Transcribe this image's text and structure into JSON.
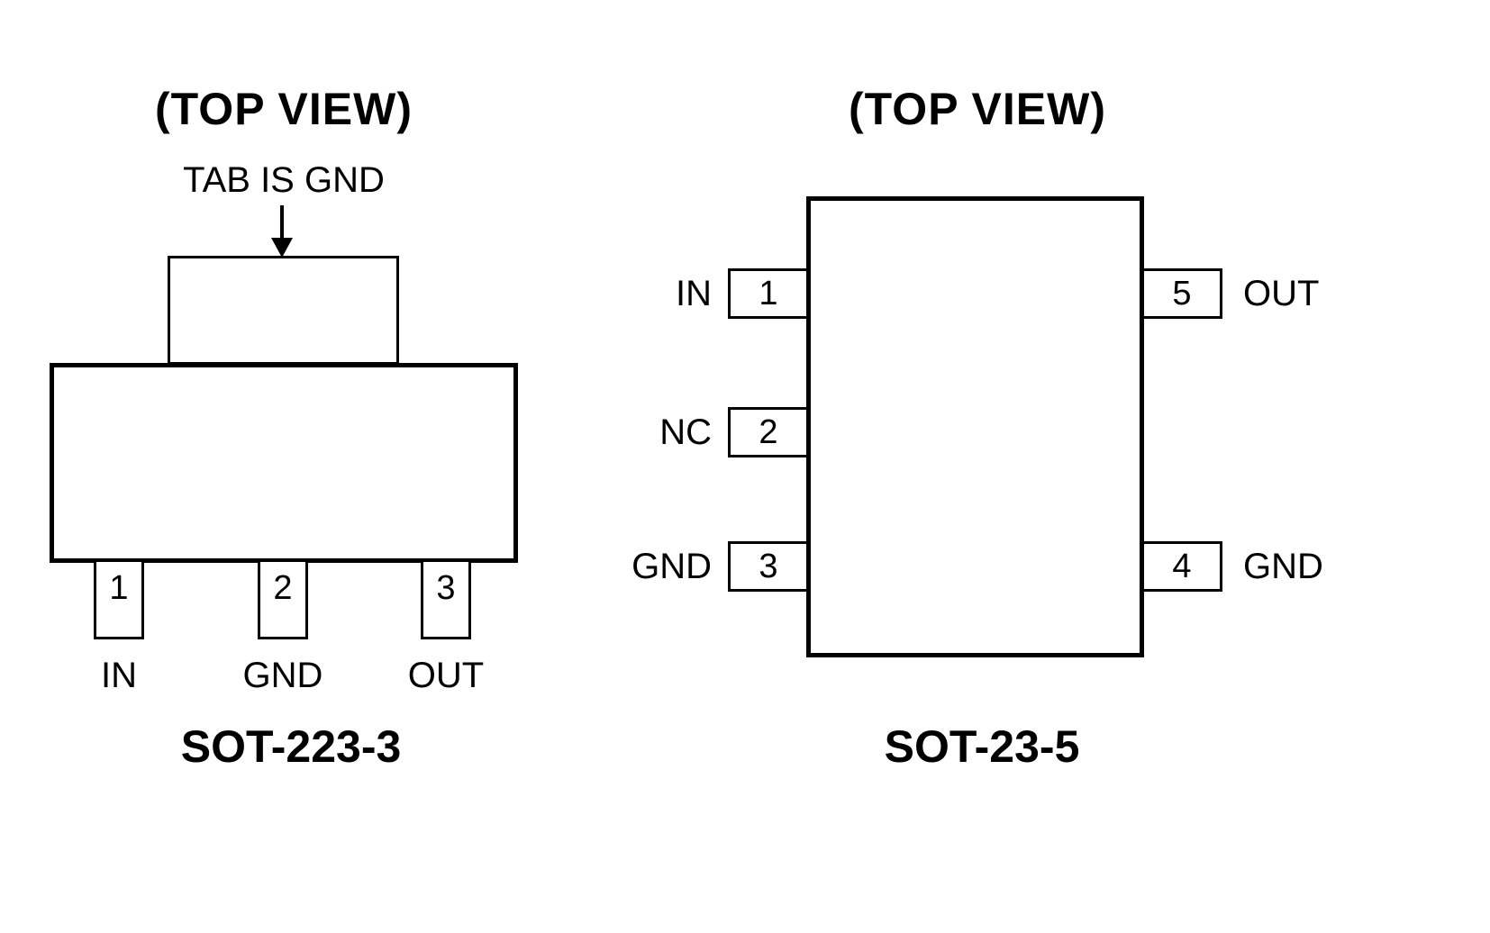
{
  "figure": {
    "left": {
      "view_label": "(TOP VIEW)",
      "tab_annotation": "TAB IS GND",
      "package_name": "SOT-223-3",
      "pins": [
        {
          "number": "1",
          "label": "IN"
        },
        {
          "number": "2",
          "label": "GND"
        },
        {
          "number": "3",
          "label": "OUT"
        }
      ]
    },
    "right": {
      "view_label": "(TOP VIEW)",
      "package_name": "SOT-23-5",
      "left_pins": [
        {
          "number": "1",
          "label": "IN"
        },
        {
          "number": "2",
          "label": "NC"
        },
        {
          "number": "3",
          "label": "GND"
        }
      ],
      "right_pins": [
        {
          "number": "5",
          "label": "OUT"
        },
        {
          "number": "4",
          "label": "GND"
        }
      ]
    },
    "line_color": "#000000",
    "background_color": "#ffffff"
  }
}
